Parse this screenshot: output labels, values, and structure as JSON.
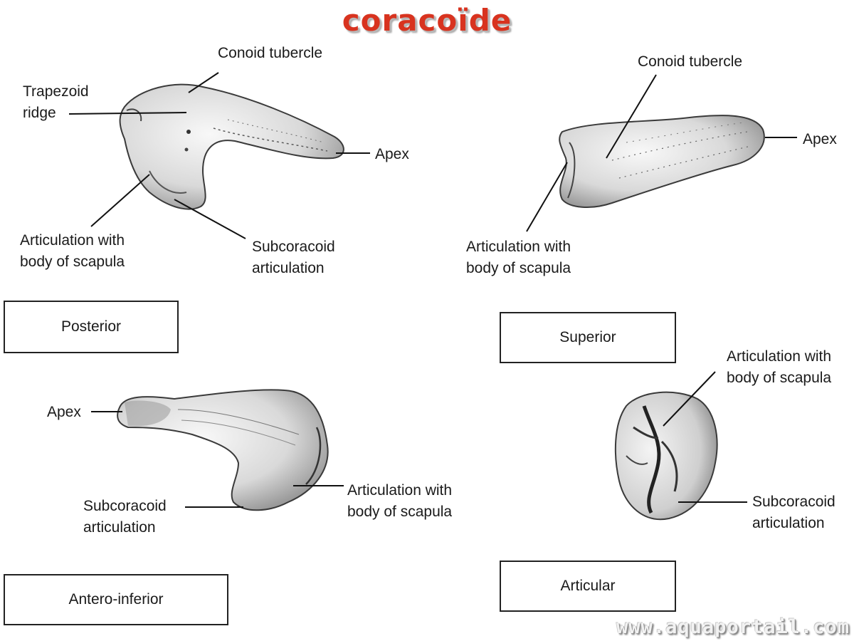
{
  "title": "coracoïde",
  "views": [
    {
      "label": "Posterior"
    },
    {
      "label": "Superior"
    },
    {
      "label": "Antero-inferior"
    },
    {
      "label": "Articular"
    }
  ],
  "labels": {
    "posterior": {
      "conoid_tubercle": "Conoid tubercle",
      "trapezoid_ridge": [
        "Trapezoid",
        "ridge"
      ],
      "apex": "Apex",
      "articulation_scapula": [
        "Articulation with",
        "body of scapula"
      ],
      "subcoracoid": [
        "Subcoracoid",
        "articulation"
      ]
    },
    "superior": {
      "conoid_tubercle": "Conoid tubercle",
      "apex": "Apex",
      "articulation_scapula": [
        "Articulation with",
        "body of scapula"
      ]
    },
    "antero_inferior": {
      "apex": "Apex",
      "subcoracoid": [
        "Subcoracoid",
        "articulation"
      ],
      "articulation_scapula": [
        "Articulation with",
        "body of scapula"
      ]
    },
    "articular": {
      "articulation_scapula": [
        "Articulation with",
        "body of scapula"
      ],
      "subcoracoid": [
        "Subcoracoid",
        "articulation"
      ]
    }
  },
  "watermark": "www.aquaportail.com"
}
